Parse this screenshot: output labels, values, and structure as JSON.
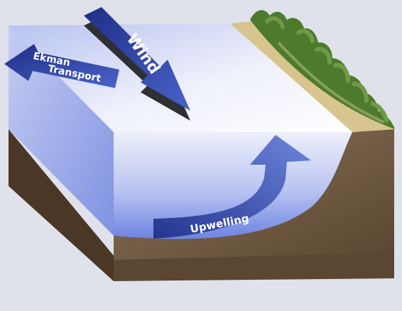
{
  "labels": {
    "wind": "Wind",
    "ekman_line1": "Ekman",
    "ekman_line2": "Transport",
    "upwelling": "Upwelling"
  },
  "colors": {
    "background": "#dfe2ea",
    "water_top": "#eef0fa",
    "water_front": "#8e9ee6",
    "seabed": "#5b4631",
    "beach": "#d8c48e",
    "trees": "#4e7a2e",
    "arrow": "#2e43a0"
  }
}
